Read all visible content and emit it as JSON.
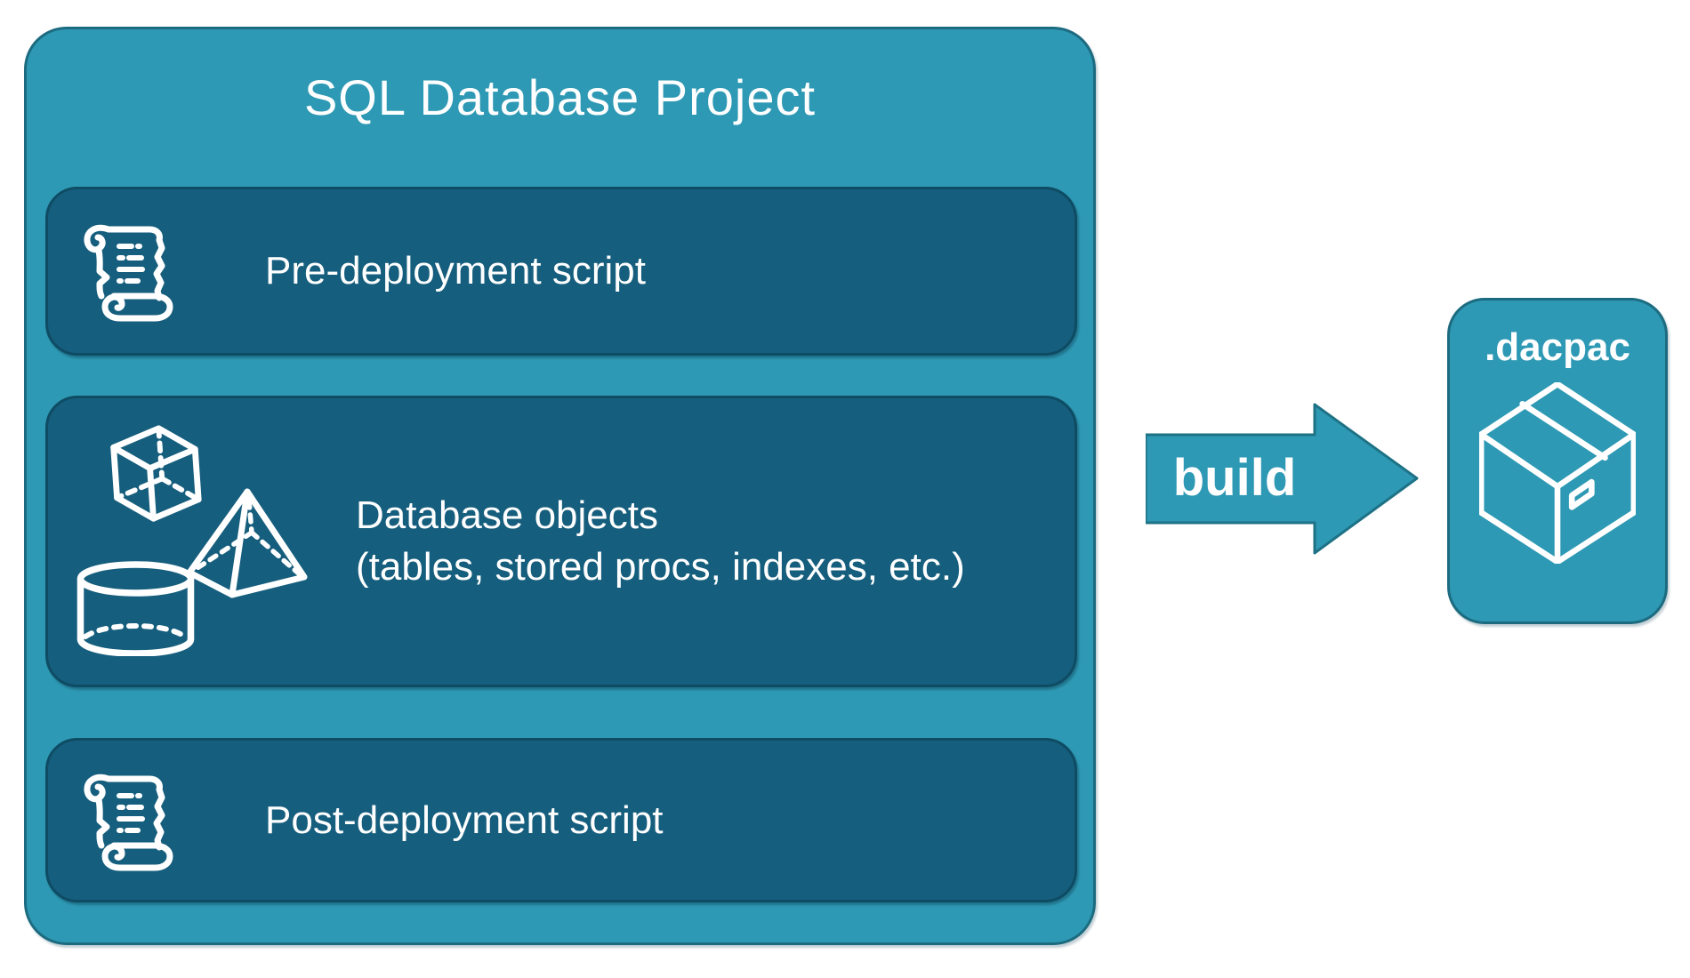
{
  "colors": {
    "canvas_bg": "#ffffff",
    "container_fill": "#2E99B4",
    "container_border": "#1C6B80",
    "item_fill": "#165E7D",
    "item_border": "#0E4C64",
    "arrow_fill": "#2E99B4",
    "arrow_border": "#1E7286",
    "text": "#FFFFFF"
  },
  "project": {
    "title": "SQL Database Project",
    "items": [
      {
        "label": "Pre-deployment script",
        "icon": "scroll-icon"
      },
      {
        "label_line1": "Database objects",
        "label_line2": "(tables, stored procs, indexes, etc.)",
        "icons": [
          "cube-icon",
          "pyramid-icon",
          "cylinder-icon"
        ]
      },
      {
        "label": "Post-deployment script",
        "icon": "scroll-icon"
      }
    ]
  },
  "arrow": {
    "label": "build"
  },
  "output": {
    "label": ".dacpac",
    "icon": "package-icon"
  }
}
